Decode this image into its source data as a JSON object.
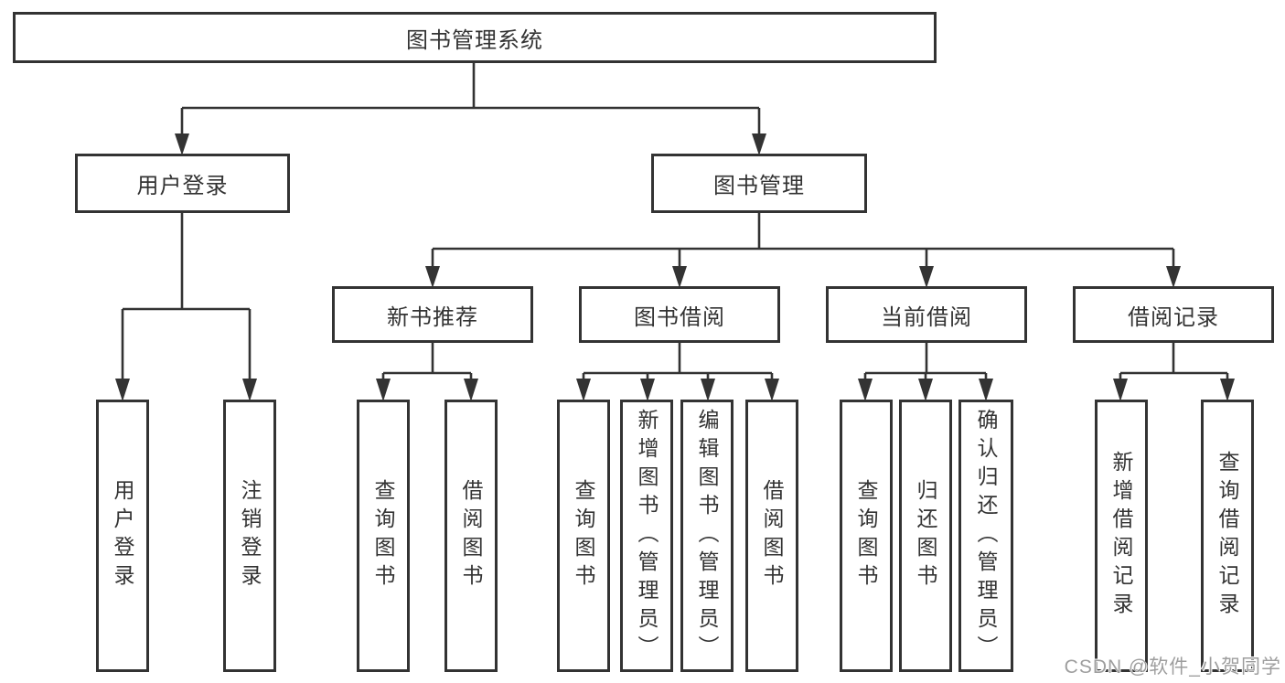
{
  "diagram": {
    "root": "图书管理系统",
    "branches": {
      "user": "用户登录",
      "books": "图书管理"
    },
    "modules": {
      "recommend": "新书推荐",
      "borrow": "图书借阅",
      "current": "当前借阅",
      "records": "借阅记录"
    },
    "leaves": {
      "user": [
        "用户登录",
        "注销登录"
      ],
      "recommend": [
        "查询图书",
        "借阅图书"
      ],
      "borrow": [
        "查询图书",
        "新增图书（管理员）",
        "编辑图书（管理员）",
        "借阅图书"
      ],
      "current": [
        "查询图书",
        "归还图书",
        "确认归还（管理员）"
      ],
      "records": [
        "新增借阅记录",
        "查询借阅记录"
      ]
    }
  },
  "colors": {
    "line": "#333333",
    "box_background": "#ffffff",
    "watermark": "#9e9e9e"
  },
  "watermark": "CSDN @软件_小贺同学"
}
